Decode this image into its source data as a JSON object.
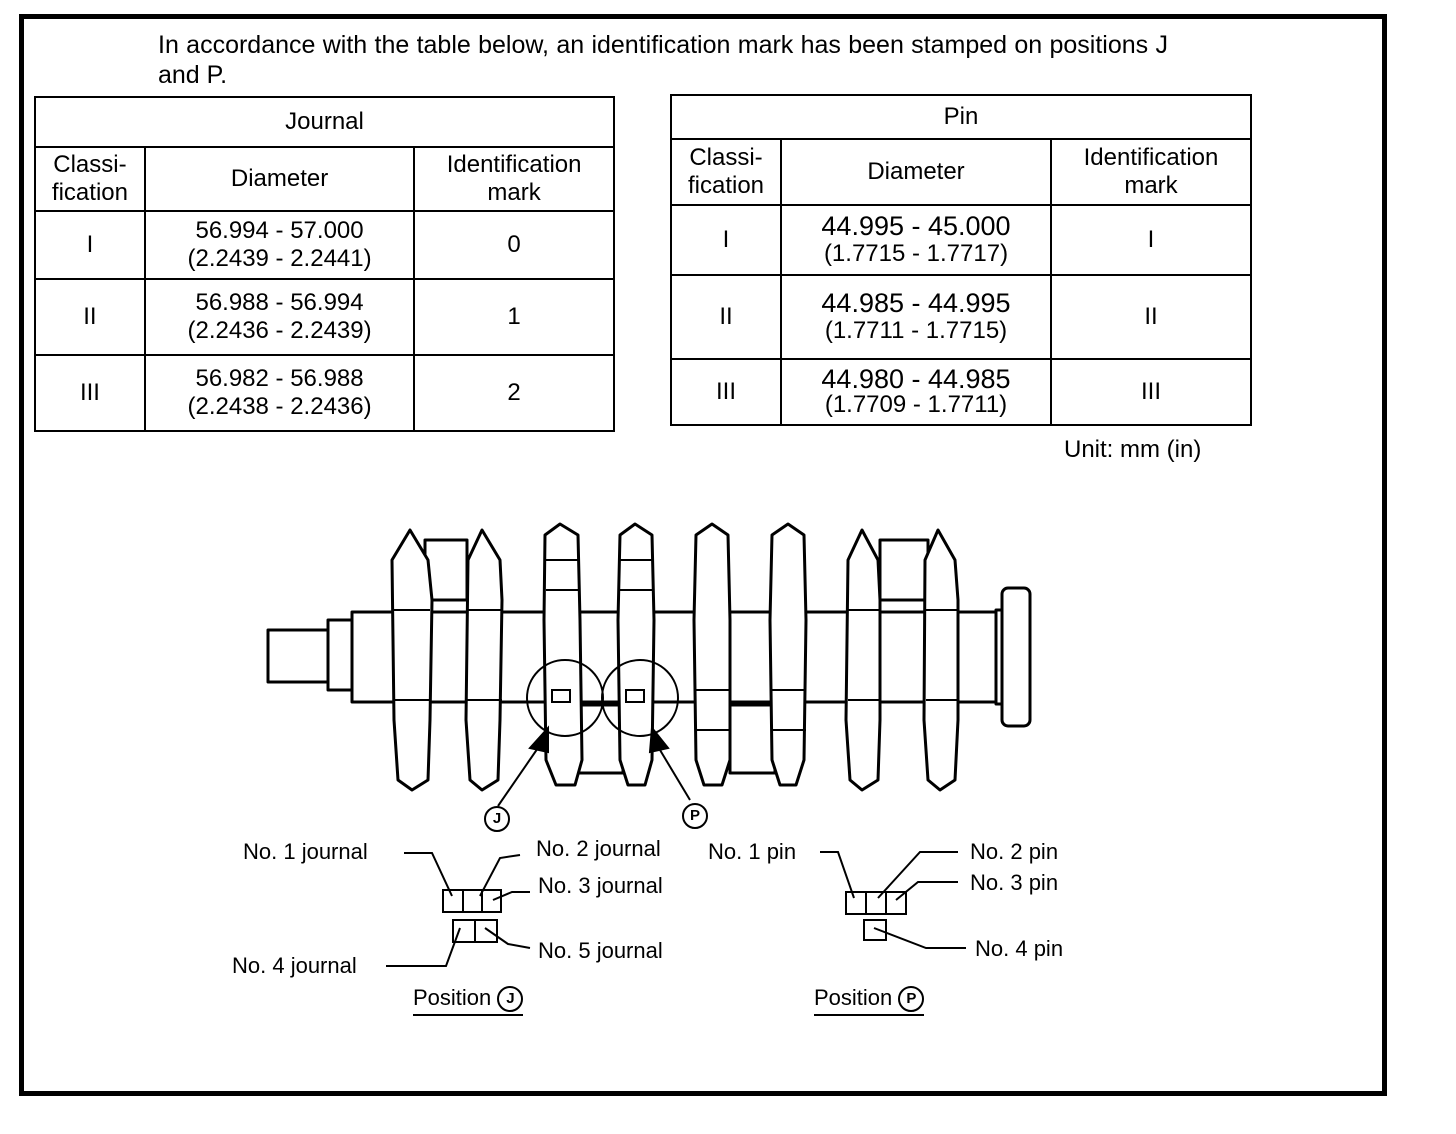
{
  "intro_text": "In accordance with the table below, an identification mark has been stamped on positions J and P.",
  "journal_table": {
    "title": "Journal",
    "headers": {
      "classification": "Classi-\nfication",
      "diameter": "Diameter",
      "mark": "Identification mark"
    },
    "rows": [
      {
        "class": "I",
        "mm": "56.994 - 57.000",
        "inch": "(2.2439 - 2.2441)",
        "mark": "0"
      },
      {
        "class": "II",
        "mm": "56.988 - 56.994",
        "inch": "(2.2436 - 2.2439)",
        "mark": "1"
      },
      {
        "class": "III",
        "mm": "56.982 - 56.988",
        "inch": "(2.2438 - 2.2436)",
        "mark": "2"
      }
    ]
  },
  "pin_table": {
    "title": "Pin",
    "headers": {
      "classification": "Classi-\nfication",
      "diameter": "Diameter",
      "mark": "Identification mark"
    },
    "rows": [
      {
        "class": "I",
        "mm": "44.995 - 45.000",
        "inch": "(1.7715 - 1.7717)",
        "mark": "I"
      },
      {
        "class": "II",
        "mm": "44.985 - 44.995",
        "inch": "(1.7711 - 1.7715)",
        "mark": "II"
      },
      {
        "class": "III",
        "mm": "44.980 - 44.985",
        "inch": "(1.7709 - 1.7711)",
        "mark": "III"
      }
    ]
  },
  "unit_note": "Unit: mm (in)",
  "diagram": {
    "callout_j": "J",
    "callout_p": "P",
    "position_j": {
      "caption": "Position",
      "marker": "J",
      "labels": [
        "No. 1 journal",
        "No. 2 journal",
        "No. 3 journal",
        "No. 4 journal",
        "No. 5 journal"
      ]
    },
    "position_p": {
      "caption": "Position",
      "marker": "P",
      "labels": [
        "No. 1 pin",
        "No. 2 pin",
        "No. 3 pin",
        "No. 4 pin"
      ]
    }
  }
}
